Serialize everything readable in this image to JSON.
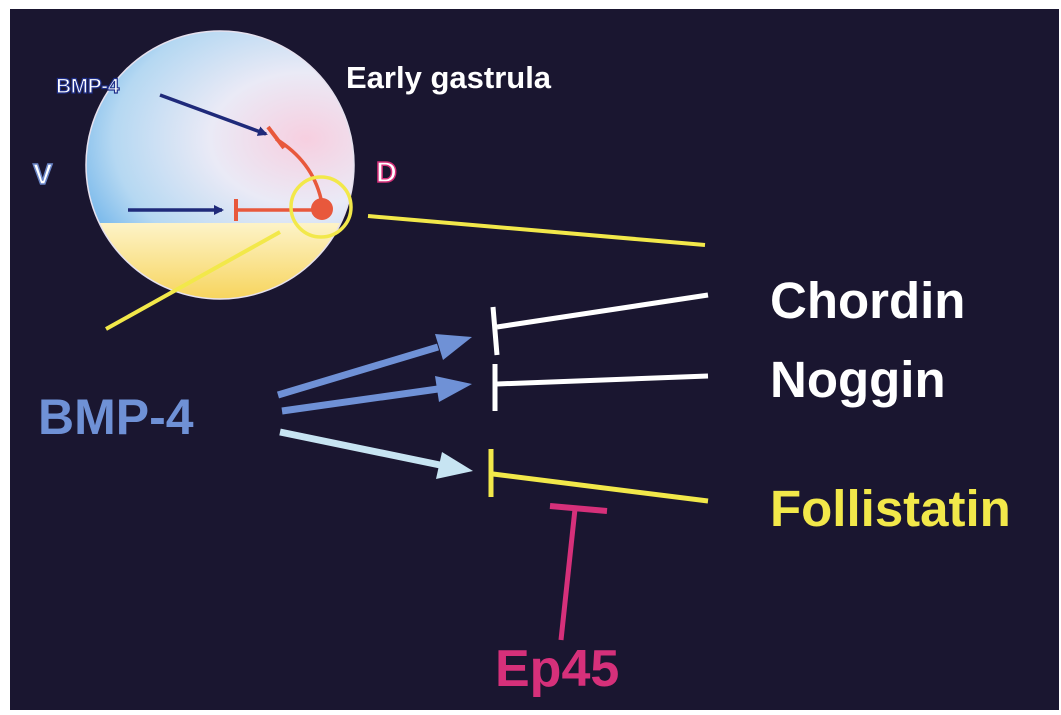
{
  "labels": {
    "stage": "Early gastrula",
    "ventral": "V",
    "dorsal": "D",
    "embryo_signal": "BMP-4",
    "main_signal": "BMP-4",
    "antagonists": [
      "Chordin",
      "Noggin",
      "Follistatin"
    ],
    "inhibitor": "Ep45"
  },
  "colors": {
    "background": "#1a1630",
    "bmp_blue": "#6f91d6",
    "follistatin_yellow": "#f2e84a",
    "ep45_magenta": "#d6307a",
    "organizer_red": "#e8583c",
    "embryo_arrow_navy": "#1f2a7a"
  }
}
